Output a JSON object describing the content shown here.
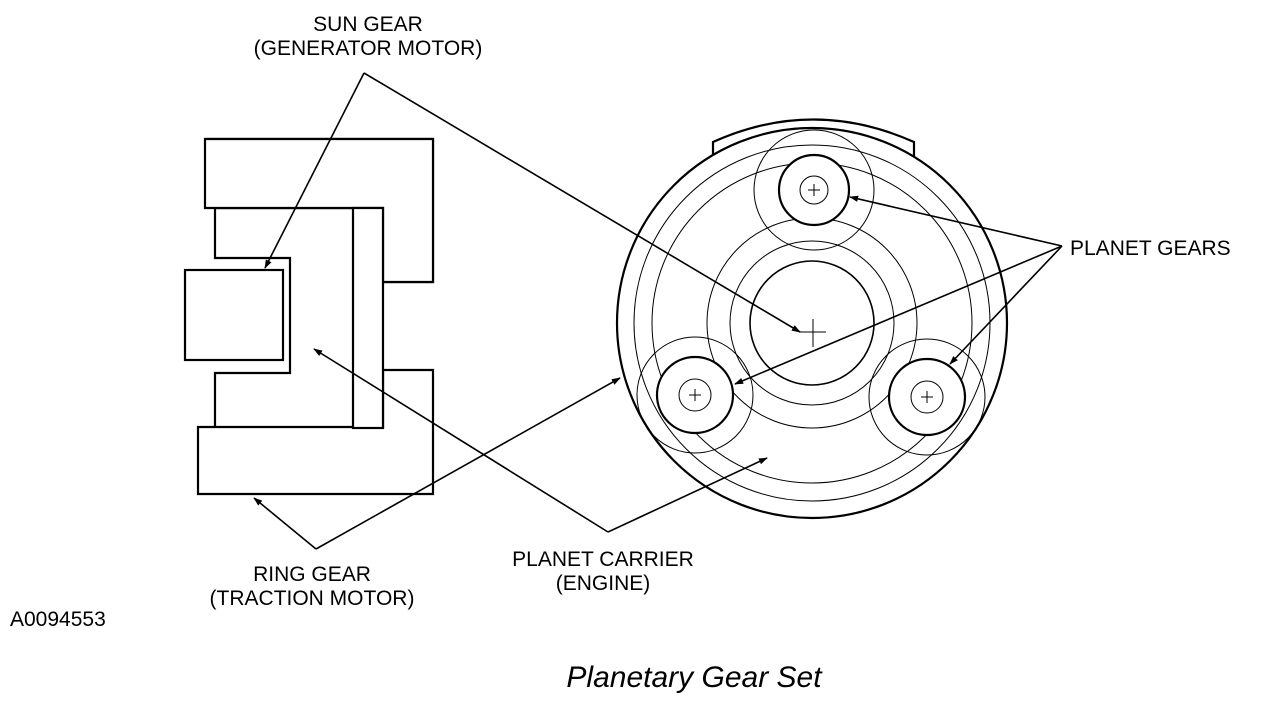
{
  "labels": {
    "sun_gear": "SUN GEAR",
    "sun_gear_sub": "(GENERATOR MOTOR)",
    "planet_gears": "PLANET GEARS",
    "ring_gear": "RING GEAR",
    "ring_gear_sub": "(TRACTION MOTOR)",
    "planet_carrier": "PLANET CARRIER",
    "planet_carrier_sub": "(ENGINE)"
  },
  "figure_id": "A0094553",
  "title": "Planetary Gear Set",
  "colors": {
    "ink": "#000000",
    "paper": "#ffffff"
  }
}
